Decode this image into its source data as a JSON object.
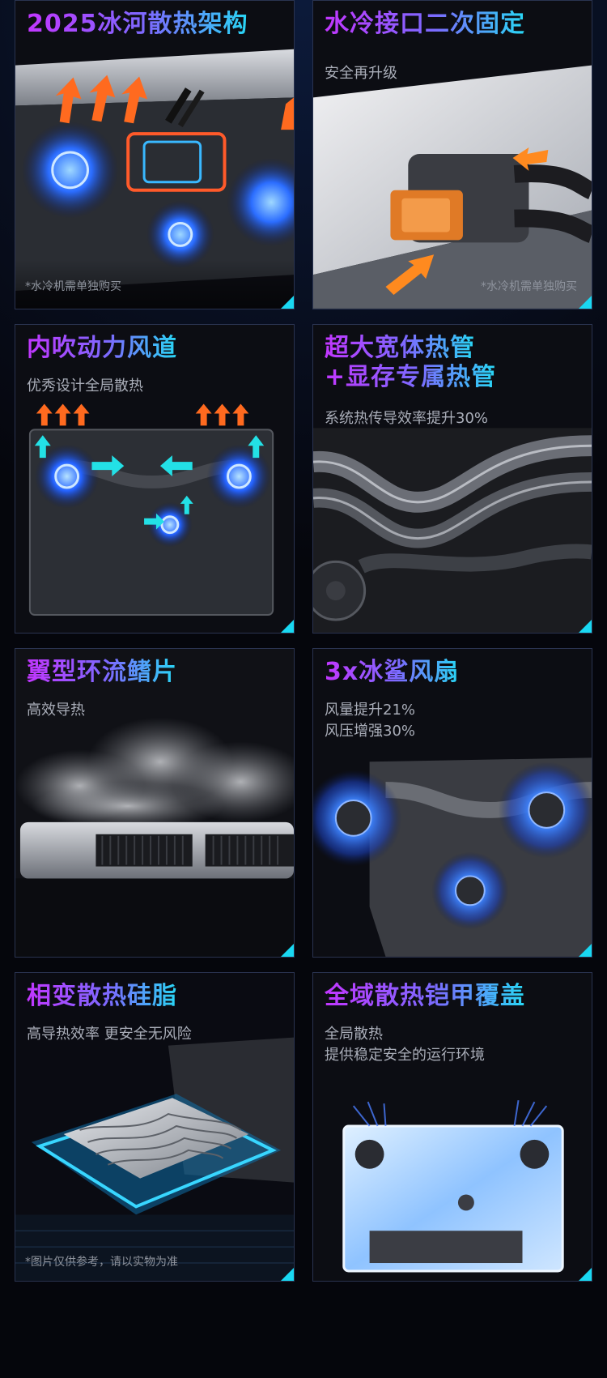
{
  "cards": [
    {
      "title": "2025冰河散热架构",
      "note": "*水冷机需单独购买"
    },
    {
      "title": "水冷接口二次固定",
      "subtitle": "安全再升级",
      "note": "*水冷机需单独购买"
    },
    {
      "title": "内吹动力风道",
      "subtitle": "优秀设计全局散热"
    },
    {
      "title_line1": "超大宽体热管",
      "title_line2": "+显存专属热管",
      "subtitle": "系统热传导效率提升30%"
    },
    {
      "title": "翼型环流鳍片",
      "subtitle": "高效导热"
    },
    {
      "title": "3x冰鲨风扇",
      "subtitle_line1": "风量提升21%",
      "subtitle_line2": "风压增强30%"
    },
    {
      "title": "相变散热硅脂",
      "subtitle": "高导热效率 更安全无风险",
      "note": "*图片仅供参考，请以实物为准"
    },
    {
      "title": "全域散热铠甲覆盖",
      "subtitle_line1": "全局散热",
      "subtitle_line2": "提供稳定安全的运行环境"
    }
  ],
  "colors": {
    "accent_purple": "#c236ff",
    "accent_cyan": "#28d7f5",
    "corner": "#19d8f2"
  }
}
